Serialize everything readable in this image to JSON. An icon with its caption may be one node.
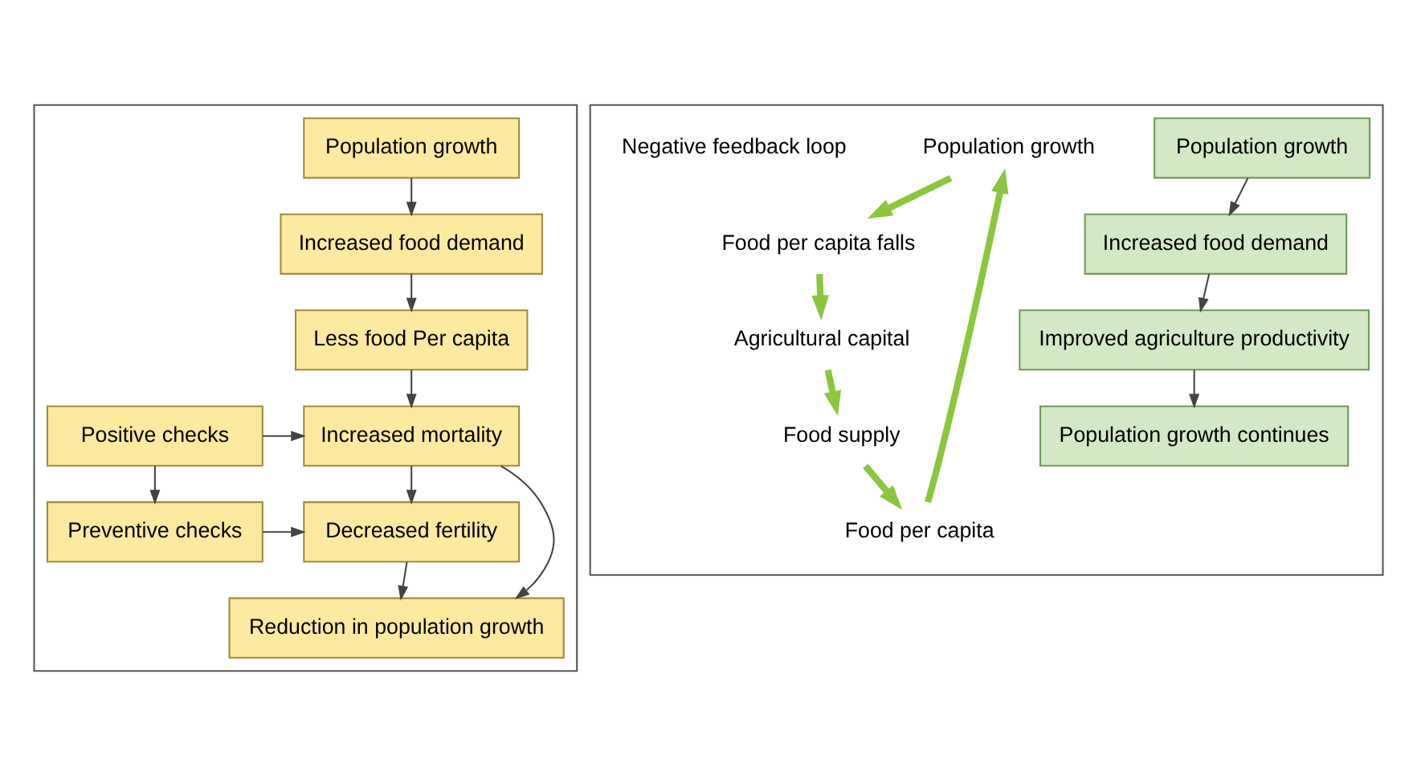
{
  "diagram": {
    "nodes": [
      {
        "text": [],
        "shape": "box"
      },
      {
        "text": [
          "Population growth"
        ],
        "in": 0
      },
      {
        "text": [
          "Increased food demand"
        ],
        "in": 0
      },
      {
        "text": [
          "Less food Per capita"
        ],
        "in": 0
      },
      {
        "text": [
          "Positive checks"
        ],
        "in": 0
      },
      {
        "text": [
          "Increased mortality"
        ],
        "in": 0
      },
      {
        "text": [
          "Preventive checks"
        ],
        "in": 0
      },
      {
        "text": [
          "Decreased fertility"
        ],
        "in": 0
      },
      {
        "text": [
          "Reduction in population growth"
        ],
        "in": 0
      },
      {
        "text": [],
        "shape": "box"
      },
      {
        "text": [
          "Population growth"
        ],
        "in": 9
      },
      {
        "text": [
          "Increased food demand"
        ],
        "in": 9
      },
      {
        "text": [
          "Improved agriculture productivity"
        ],
        "in": 9
      },
      {
        "text": [
          "Population growth continues"
        ],
        "in": 9
      },
      {
        "text": [
          "Population growth"
        ],
        "in": 9
      },
      {
        "text": [
          "Food per capita falls"
        ],
        "in": 9
      },
      {
        "text": [
          "Agricultural capital"
        ],
        "in": 9
      },
      {
        "text": [
          "Food supply"
        ],
        "in": 9
      },
      {
        "text": [
          "Food per capita"
        ],
        "in": 9
      }
    ],
    "edges": [
      {
        "from": 1,
        "to": 2,
        "arrow": "to"
      },
      {
        "from": 2,
        "to": 3,
        "arrow": "to"
      },
      {
        "from": 3,
        "to": 5,
        "arrow": "to"
      },
      {
        "from": 4,
        "to": 5,
        "arrow": "to"
      },
      {
        "from": 4,
        "to": 6,
        "arrow": "to"
      },
      {
        "from": 6,
        "to": 7,
        "arrow": "to"
      },
      {
        "from": 5,
        "to": 7,
        "arrow": "to"
      },
      {
        "from": 7,
        "to": 8,
        "arrow": "to"
      },
      {
        "from": 5,
        "to": 8,
        "arrow": "to"
      },
      {
        "from": 10,
        "to": 11,
        "arrow": "to"
      },
      {
        "from": 11,
        "to": 12,
        "arrow": "to"
      },
      {
        "from": 12,
        "to": 13,
        "arrow": "to"
      },
      {
        "from": 14,
        "to": 15,
        "arrow": "to",
        "style": "thick",
        "color": "#8cc63f"
      },
      {
        "from": 15,
        "to": 16,
        "arrow": "to",
        "style": "thick",
        "color": "#8cc63f"
      },
      {
        "from": 16,
        "to": 17,
        "arrow": "to",
        "style": "thick",
        "color": "#8cc63f"
      },
      {
        "from": 17,
        "to": 18,
        "arrow": "to",
        "style": "thick",
        "color": "#8cc63f"
      },
      {
        "from": 18,
        "to": 14,
        "arrow": "to",
        "style": "thick",
        "color": "#8cc63f"
      }
    ],
    "labels": [
      "Negative feedback loop"
    ]
  }
}
